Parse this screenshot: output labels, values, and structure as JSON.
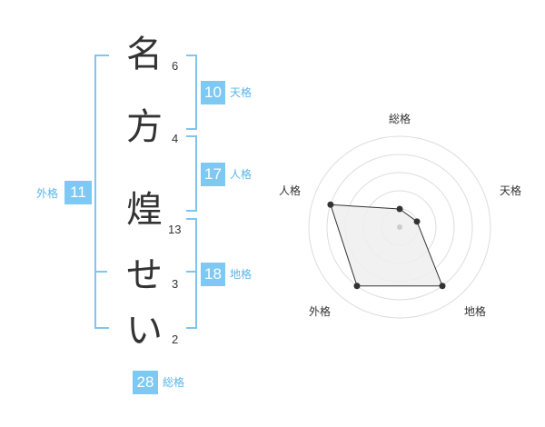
{
  "name": {
    "chars": [
      {
        "char": "名",
        "strokes": "6"
      },
      {
        "char": "方",
        "strokes": "4"
      },
      {
        "char": "煌",
        "strokes": "13"
      },
      {
        "char": "せ",
        "strokes": "3"
      },
      {
        "char": "い",
        "strokes": "2"
      }
    ]
  },
  "kaku": {
    "tenkaku": {
      "value": "10",
      "label": "天格"
    },
    "jinkaku": {
      "value": "17",
      "label": "人格"
    },
    "chikaku": {
      "value": "18",
      "label": "地格"
    },
    "gaikaku": {
      "value": "11",
      "label": "外格"
    },
    "soukaku": {
      "value": "28",
      "label": "総格"
    }
  },
  "chart_data": {
    "type": "radar",
    "axes": [
      "総格",
      "天格",
      "地格",
      "外格",
      "人格"
    ],
    "values": [
      1,
      1,
      4,
      4,
      4
    ],
    "scale_max": 5,
    "colors": {
      "grid": "#dddddd",
      "fill": "#efefef",
      "line": "#333333",
      "point": "#333333"
    }
  },
  "colors": {
    "accent": "#7ec9f3",
    "bracket": "#7cc6f0",
    "label": "#5bb5e8"
  }
}
